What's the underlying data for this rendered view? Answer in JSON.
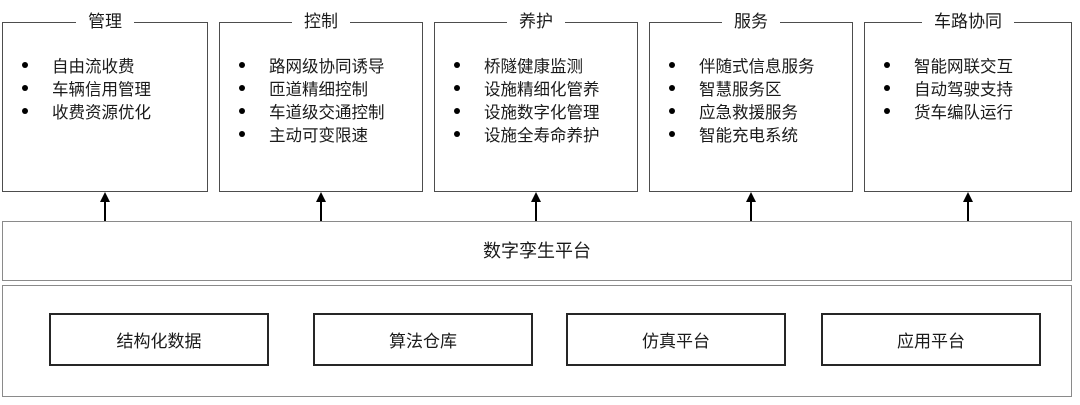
{
  "diagram": {
    "groups": [
      {
        "title": "管理",
        "items": [
          "自由流收费",
          "车辆信用管理",
          "收费资源优化"
        ]
      },
      {
        "title": "控制",
        "items": [
          "路网级协同诱导",
          "匝道精细控制",
          "车道级交通控制",
          "主动可变限速"
        ]
      },
      {
        "title": "养护",
        "items": [
          "桥隧健康监测",
          "设施精细化管养",
          "设施数字化管理",
          "设施全寿命养护"
        ]
      },
      {
        "title": "服务",
        "items": [
          "伴随式信息服务",
          "智慧服务区",
          "应急救援服务",
          "智能充电系统"
        ]
      },
      {
        "title": "车路协同",
        "items": [
          "智能网联交互",
          "自动驾驶支持",
          "货车编队运行"
        ]
      }
    ],
    "platform": {
      "label": "数字孪生平台"
    },
    "resources": [
      {
        "label": "结构化数据"
      },
      {
        "label": "算法仓库"
      },
      {
        "label": "仿真平台"
      },
      {
        "label": "应用平台"
      }
    ],
    "colors": {
      "line": "#4d4d4d",
      "band_line": "#8a8a8a",
      "box_line": "#262626",
      "text": "#1a1a1a",
      "background": "#ffffff"
    }
  }
}
